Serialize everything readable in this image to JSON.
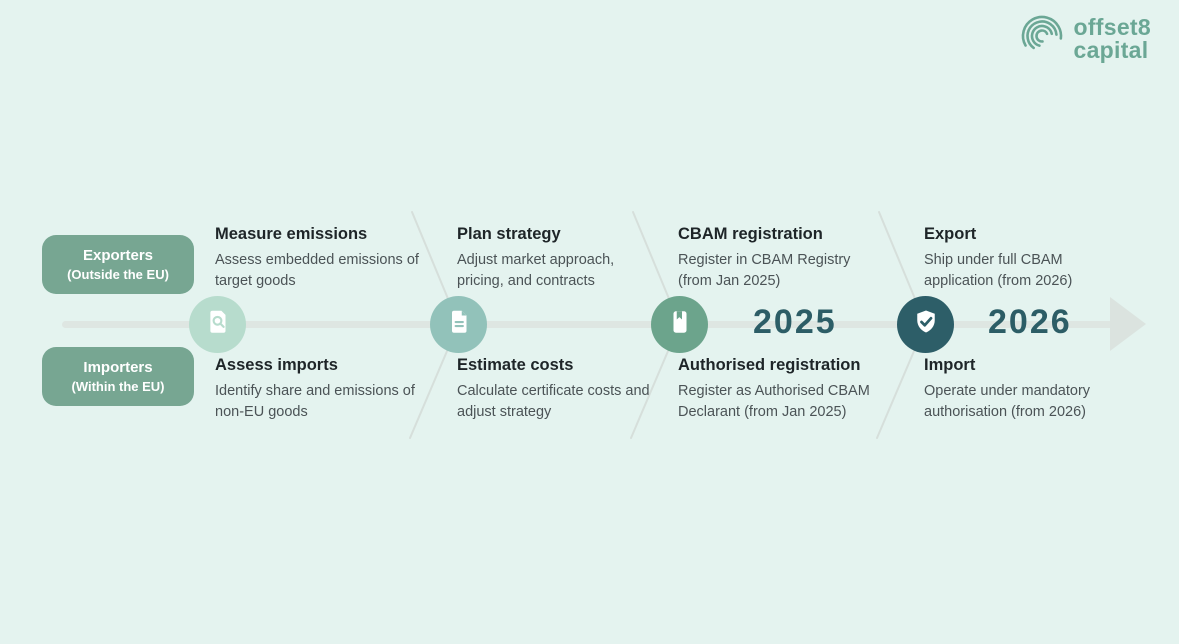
{
  "page": {
    "background": "#e4f3ef"
  },
  "logo": {
    "icon": "fingerprint-icon",
    "line1": "offset8",
    "line2": "capital",
    "color": "#6ba795"
  },
  "groups": [
    {
      "line1": "Exporters",
      "line2": "(Outside the EU)",
      "color": "#77a692"
    },
    {
      "line1": "Importers",
      "line2": "(Within the EU)",
      "color": "#77a692"
    }
  ],
  "timeline": {
    "line_color": "#dee6e2",
    "arrow_icon": "arrow-right-icon",
    "year_color": "#2c5d66",
    "years": [
      "2025",
      "2026"
    ]
  },
  "milestones": [
    {
      "icon": "document-search-icon",
      "circle_color": "#b7dccd",
      "top": {
        "title": "Measure emissions",
        "desc": "Assess embedded emissions of target goods"
      },
      "bottom": {
        "title": "Assess imports",
        "desc": "Identify share and emissions of non-EU goods"
      }
    },
    {
      "icon": "document-lines-icon",
      "circle_color": "#92c2ba",
      "top": {
        "title": "Plan strategy",
        "desc": "Adjust market approach, pricing, and contracts"
      },
      "bottom": {
        "title": "Estimate costs",
        "desc": "Calculate certificate costs and adjust strategy"
      }
    },
    {
      "icon": "registry-book-icon",
      "circle_color": "#6ca48c",
      "top": {
        "title": "CBAM registration",
        "desc": "Register in CBAM Registry (from Jan 2025)"
      },
      "bottom": {
        "title": "Authorised registration",
        "desc": "Register as Authorised CBAM Declarant (from Jan 2025)"
      }
    },
    {
      "icon": "shield-check-icon",
      "circle_color": "#2d5e68",
      "top": {
        "title": "Export",
        "desc": "Ship under full CBAM application (from 2026)"
      },
      "bottom": {
        "title": "Import",
        "desc": "Operate under mandatory authorisation (from 2026)"
      }
    }
  ]
}
